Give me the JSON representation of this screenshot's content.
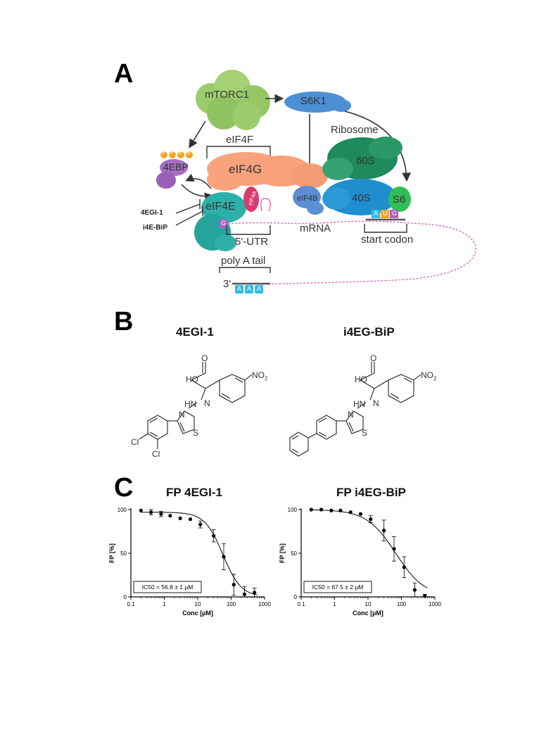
{
  "panels": {
    "a": "A",
    "b": "B",
    "c": "C"
  },
  "pathway": {
    "mtorc1": "mTORC1",
    "s6k1": "S6K1",
    "ribosome": "Ribosome",
    "eif4f": "eIF4F",
    "eif4g": "eIF4G",
    "ebp": "4EBP",
    "eif4e": "eIF4E",
    "eif4a": "eIF4A",
    "eif4b": "eIF4B",
    "s60": "60S",
    "s40": "40S",
    "s6": "S6",
    "inhib1": "4EGI-1",
    "inhib2": "i4E-BiP",
    "mrna": "mRNA",
    "utr": "5'-UTR",
    "start_codon": "start codon",
    "polya": "poly A tail",
    "three_prime": "3'",
    "p": "P",
    "cap": "G",
    "codon_a": "A",
    "codon_u": "U",
    "codon_g": "G",
    "tail_a": "A"
  },
  "compounds": [
    {
      "name": "4EGI-1",
      "atoms": {
        "ho": "HO",
        "o": "O",
        "hn": "HN",
        "n": "N",
        "no2": "NO",
        "no2_sub": "2",
        "n_ring": "N",
        "s": "S",
        "cl1": "Cl",
        "cl2": "Cl"
      }
    },
    {
      "name": "i4EG-BiP",
      "atoms": {
        "ho": "HO",
        "o": "O",
        "hn": "HN",
        "n": "N",
        "no2": "NO",
        "no2_sub": "2",
        "n_ring": "N",
        "s": "S"
      }
    }
  ],
  "chart_data": [
    {
      "type": "scatter",
      "title": "FP 4EGI-1",
      "xlabel": "Conc [µM]",
      "ylabel": "FP [%]",
      "xscale": "log",
      "xlim": [
        0.1,
        1000
      ],
      "ylim": [
        0,
        100
      ],
      "xticks": [
        "0.1",
        "1",
        "10",
        "100",
        "1000"
      ],
      "yticks": [
        "0",
        "50",
        "100"
      ],
      "annotation": "IC50 = 56.8 ± 1 µM",
      "ic50": 56.8,
      "x": [
        0.2,
        0.4,
        0.8,
        1.5,
        3,
        6,
        12,
        30,
        60,
        120,
        250,
        500
      ],
      "y": [
        99,
        97,
        95,
        93,
        90,
        89,
        83,
        70,
        46,
        14,
        3,
        5
      ],
      "err": [
        0,
        3,
        3,
        0,
        0,
        0,
        4,
        7,
        15,
        12,
        9,
        5
      ],
      "fit_top": 97,
      "fit_bottom": 0,
      "fit_hill": 1.6,
      "grid": false
    },
    {
      "type": "scatter",
      "title": "FP i4EG-BiP",
      "xlabel": "Conc [µM]",
      "ylabel": "FP [%]",
      "xscale": "log",
      "xlim": [
        0.1,
        1000
      ],
      "ylim": [
        0,
        100
      ],
      "xticks": [
        "0.1",
        "1",
        "10",
        "100",
        "1000"
      ],
      "yticks": [
        "0",
        "50",
        "100"
      ],
      "annotation": "IC50 = 67.5 ± 2 µM",
      "ic50": 67.5,
      "x": [
        0.2,
        0.4,
        0.8,
        1.5,
        3,
        6,
        12,
        30,
        60,
        120,
        250,
        500
      ],
      "y": [
        100,
        100,
        99,
        99,
        97,
        95,
        89,
        76,
        55,
        34,
        8,
        1
      ],
      "err": [
        0,
        0,
        0,
        0,
        0,
        0,
        4,
        12,
        14,
        12,
        8,
        2
      ],
      "fit_top": 100,
      "fit_bottom": 0,
      "fit_hill": 1.0,
      "grid": false
    }
  ]
}
